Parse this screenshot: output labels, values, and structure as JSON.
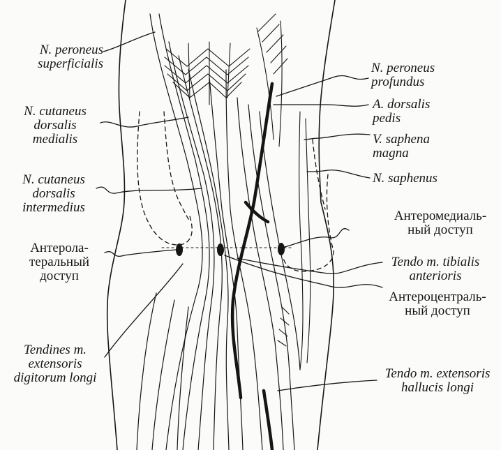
{
  "labels": {
    "peroneus_superficialis": [
      "N. peroneus",
      "superficialis"
    ],
    "cutaneus_medialis": [
      "N. cutaneus",
      "dorsalis",
      "medialis"
    ],
    "cutaneus_intermedius": [
      "N. cutaneus",
      "dorsalis",
      "intermedius"
    ],
    "anterolateral": [
      "Антерола-",
      "теральный",
      "доступ"
    ],
    "tendines_extensoris": [
      "Tendines m.",
      "extensoris",
      "digitorum longi"
    ],
    "peroneus_profundus": [
      "N. peroneus",
      "profundus"
    ],
    "dorsalis_pedis": [
      "A. dorsalis",
      "pedis"
    ],
    "saphena_magna": [
      "V. saphena",
      "magna"
    ],
    "saphenus": [
      "N. saphenus"
    ],
    "anteromedial": [
      "Антеромедиаль-",
      "ный доступ"
    ],
    "tibialis_anterior": [
      "Tendo m. tibialis",
      "anterioris"
    ],
    "anterocentral": [
      "Антероцентраль-",
      "ный доступ"
    ],
    "extensor_hallucis": [
      "Tendo m. extensoris",
      "hallucis longi"
    ]
  },
  "colors": {
    "ink": "#151515",
    "paper": "#fbfbfa"
  }
}
